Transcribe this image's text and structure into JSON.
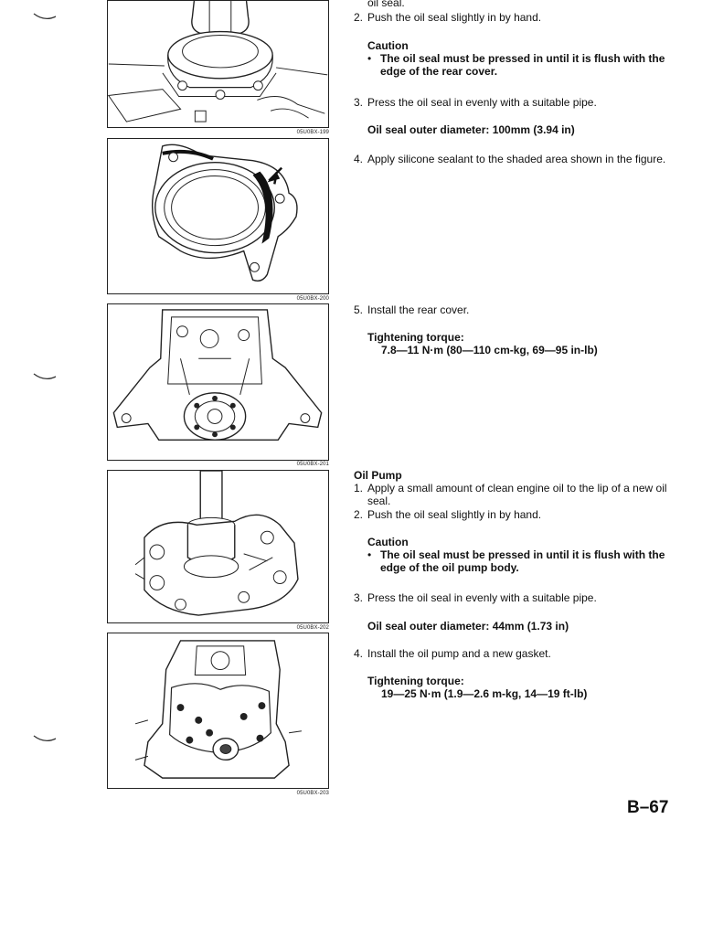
{
  "figures": [
    {
      "code": "05U0BX-199"
    },
    {
      "code": "05U0BX-200"
    },
    {
      "code": "05U0BX-201"
    },
    {
      "code": "05U0BX-202"
    },
    {
      "code": "05U0BX-203"
    }
  ],
  "rear_cover": {
    "line_cont": "oil seal.",
    "step2": {
      "num": "2.",
      "text": "Push the oil seal slightly in by hand."
    },
    "caution_title": "Caution",
    "caution_bullet": "•",
    "caution_text": "The oil seal must be pressed in until it is flush with the edge of the rear cover.",
    "step3": {
      "num": "3.",
      "text": "Press the oil seal in evenly with a suitable pipe."
    },
    "diameter": "Oil seal outer diameter: 100mm (3.94 in)",
    "step4": {
      "num": "4.",
      "text": "Apply silicone sealant to the shaded area shown in the figure."
    },
    "step5": {
      "num": "5.",
      "text": "Install the rear cover."
    },
    "torque_title": "Tightening torque:",
    "torque_value": "7.8—11 N·m (80—110 cm-kg, 69—95 in-lb)"
  },
  "oil_pump": {
    "heading": "Oil Pump",
    "step1": {
      "num": "1.",
      "text": "Apply a small amount of clean engine oil to the lip of a new oil seal."
    },
    "step2": {
      "num": "2.",
      "text": "Push the oil seal slightly in by hand."
    },
    "caution_title": "Caution",
    "caution_bullet": "•",
    "caution_text": "The oil seal must be pressed in until it is flush with the edge of the oil pump body.",
    "step3": {
      "num": "3.",
      "text": "Press the oil seal in evenly with a suitable pipe."
    },
    "diameter": "Oil seal outer diameter: 44mm (1.73 in)",
    "step4": {
      "num": "4.",
      "text": "Install the oil pump and a new gasket."
    },
    "torque_title": "Tightening torque:",
    "torque_value": "19—25 N·m (1.9—2.6 m-kg, 14—19 ft-lb)"
  },
  "page_number": "B–67"
}
